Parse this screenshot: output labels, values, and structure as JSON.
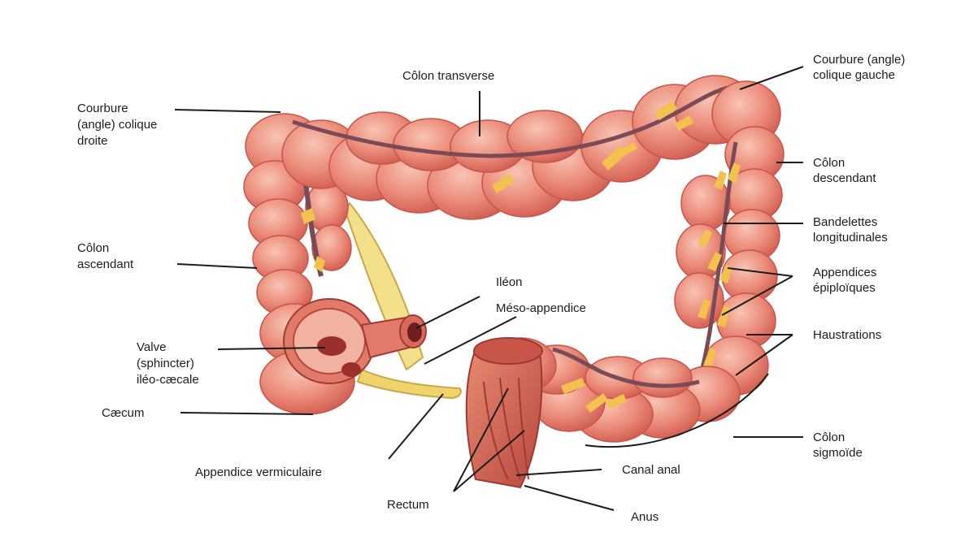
{
  "labels": {
    "colon_transverse": "Côlon transverse",
    "left_flexure": [
      "Courbure (angle)",
      "colique gauche"
    ],
    "right_flexure": [
      "Courbure",
      "(angle) colique",
      "droite"
    ],
    "colon_descending": [
      "Côlon",
      "descendant"
    ],
    "taenia": [
      "Bandelettes",
      "longitudinales"
    ],
    "epiploic_appendices": [
      "Appendices",
      "épiploïques"
    ],
    "haustrations": "Haustrations",
    "colon_ascending": [
      "Côlon",
      "ascendant"
    ],
    "ileum": "Iléon",
    "mesoappendix": "Méso-appendice",
    "ileocecal_valve": [
      "Valve",
      "(sphincter)",
      "iléo-cæcale"
    ],
    "cecum": "Cæcum",
    "appendix": "Appendice vermiculaire",
    "rectum": "Rectum",
    "anal_canal": "Canal anal",
    "anus": "Anus",
    "colon_sigmoid": [
      "Côlon",
      "sigmoïde"
    ]
  },
  "colors": {
    "colon_fill": "#ea8a78",
    "colon_dark": "#c9544a",
    "colon_light": "#f6b7a6",
    "taenia": "#7a4a55",
    "fat": "#f2c14e",
    "leader": "#1c1c1c"
  }
}
